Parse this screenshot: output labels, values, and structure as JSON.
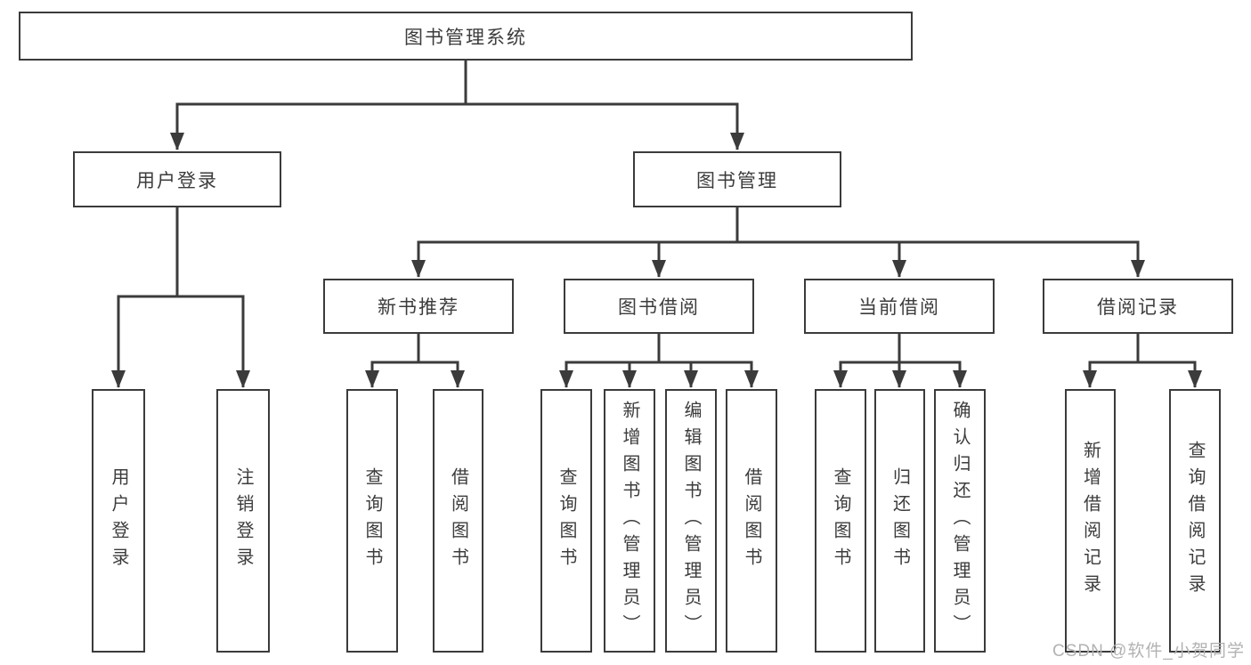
{
  "diagram": {
    "root": {
      "label": "图书管理系统"
    },
    "branches": [
      {
        "label": "用户登录",
        "leaves": [
          {
            "label": "用户登录"
          },
          {
            "label": "注销登录"
          }
        ]
      },
      {
        "label": "图书管理",
        "groups": [
          {
            "label": "新书推荐",
            "leaves": [
              {
                "label": "查询图书"
              },
              {
                "label": "借阅图书"
              }
            ]
          },
          {
            "label": "图书借阅",
            "leaves": [
              {
                "label": "查询图书"
              },
              {
                "label": "新增图书（管理员）"
              },
              {
                "label": "编辑图书（管理员）"
              },
              {
                "label": "借阅图书"
              }
            ]
          },
          {
            "label": "当前借阅",
            "leaves": [
              {
                "label": "查询图书"
              },
              {
                "label": "归还图书"
              },
              {
                "label": "确认归还（管理员）"
              }
            ]
          },
          {
            "label": "借阅记录",
            "leaves": [
              {
                "label": "新增借阅记录"
              },
              {
                "label": "查询借阅记录"
              }
            ]
          }
        ]
      }
    ]
  },
  "watermark": "CSDN @软件_小贺同学"
}
